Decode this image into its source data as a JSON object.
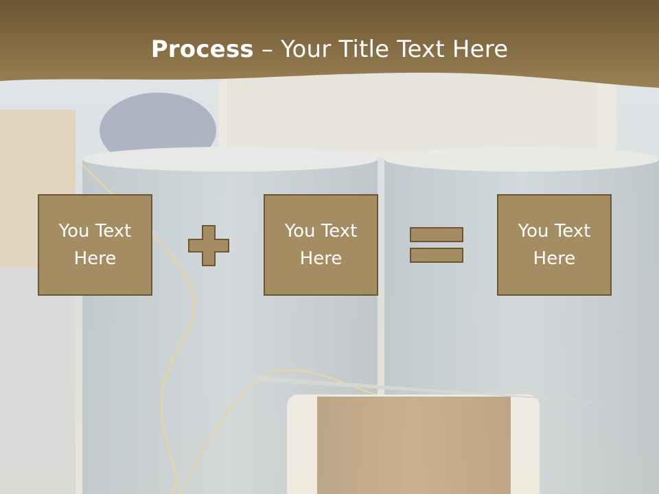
{
  "slide": {
    "title_bold": "Process",
    "title_rest": " – Your Title Text Here",
    "boxes": [
      "You Text Here",
      "You Text Here",
      "You Text Here"
    ],
    "operators": [
      "plus-icon",
      "equals-icon"
    ]
  },
  "colors": {
    "header": "#7c6640",
    "box_fill": "#a58d63",
    "box_border": "#6b5533",
    "text": "#ffffff"
  }
}
